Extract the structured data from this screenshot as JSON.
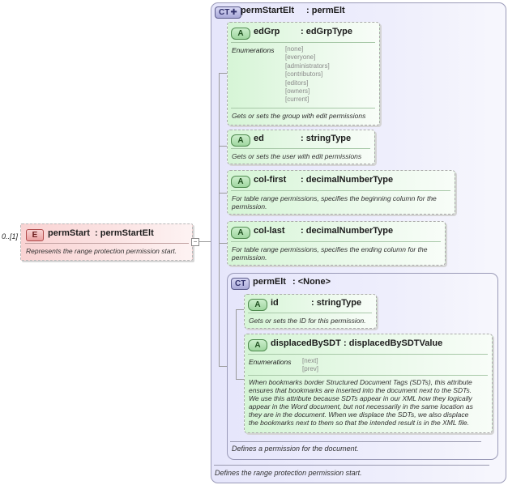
{
  "element": {
    "cardinality": "0..[1]",
    "badge": "E",
    "name": "permStart",
    "type": ": permStartElt",
    "description": "Represents the range protection permission start."
  },
  "outer_ct": {
    "badge": "CT",
    "name": "permStartElt",
    "type": ": permElt",
    "description": "Defines the range protection permission start."
  },
  "attributes": [
    {
      "badge": "A",
      "name": "edGrp",
      "type": ": edGrpType",
      "enum_label": "Enumerations",
      "enums": [
        "[none]",
        "[everyone]",
        "[administrators]",
        "[contributors]",
        "[editors]",
        "[owners]",
        "[current]"
      ],
      "description": "Gets or sets the group with edit permissions"
    },
    {
      "badge": "A",
      "name": "ed",
      "type": ": stringType",
      "description": "Gets or sets the user with edit permissions"
    },
    {
      "badge": "A",
      "name": "col-first",
      "type": ": decimalNumberType",
      "description_lines": [
        "For table range permissions, specifies the beginning column for the",
        "permission."
      ]
    },
    {
      "badge": "A",
      "name": "col-last",
      "type": ": decimalNumberType",
      "description_lines": [
        "For table range permissions, specifies the ending column for the",
        "permission."
      ]
    }
  ],
  "inner_ct": {
    "badge": "CT",
    "name": "permElt",
    "type": ": <None>",
    "description": "Defines a permission for the document.",
    "attributes": [
      {
        "badge": "A",
        "name": "id",
        "type": ": stringType",
        "description": "Gets or sets the ID for this permission."
      },
      {
        "badge": "A",
        "name": "displacedBySDT",
        "type": ": displacedBySDTValue",
        "enum_label": "Enumerations",
        "enums": [
          "[next]",
          "[prev]"
        ],
        "description_lines": [
          "When bookmarks border Structured Document Tags (SDTs), this attribute",
          "ensures that bookmarks are inserted into the document next to the SDTs.",
          "We use this attribute because SDTs appear in our XML how they logically",
          "appear in the Word document, but not necessarily in the same location as",
          "they are in the document. When we displace the SDTs, we also displace",
          "the bookmarks next to them so that the intended result is in the XML file."
        ]
      }
    ]
  },
  "colors": {
    "element_fill": "#f9d3d3",
    "attribute_fill": "#d6f5d6",
    "complex_type_fill": "#e6e6fb"
  }
}
